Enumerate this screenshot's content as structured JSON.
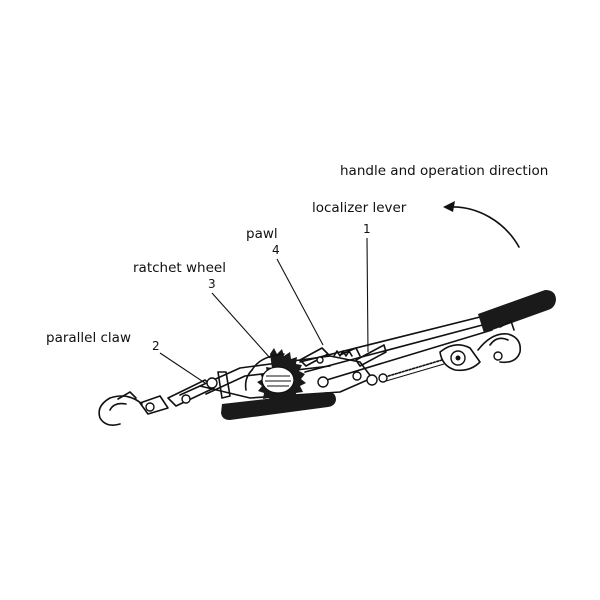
{
  "labels": {
    "handle_direction": "handle and operation direction",
    "localizer_lever": "localizer lever",
    "localizer_lever_num": "1",
    "pawl": "pawl",
    "pawl_num": "4",
    "ratchet_wheel": "ratchet wheel",
    "ratchet_wheel_num": "3",
    "parallel_claw": "parallel claw",
    "parallel_claw_num": "2"
  }
}
